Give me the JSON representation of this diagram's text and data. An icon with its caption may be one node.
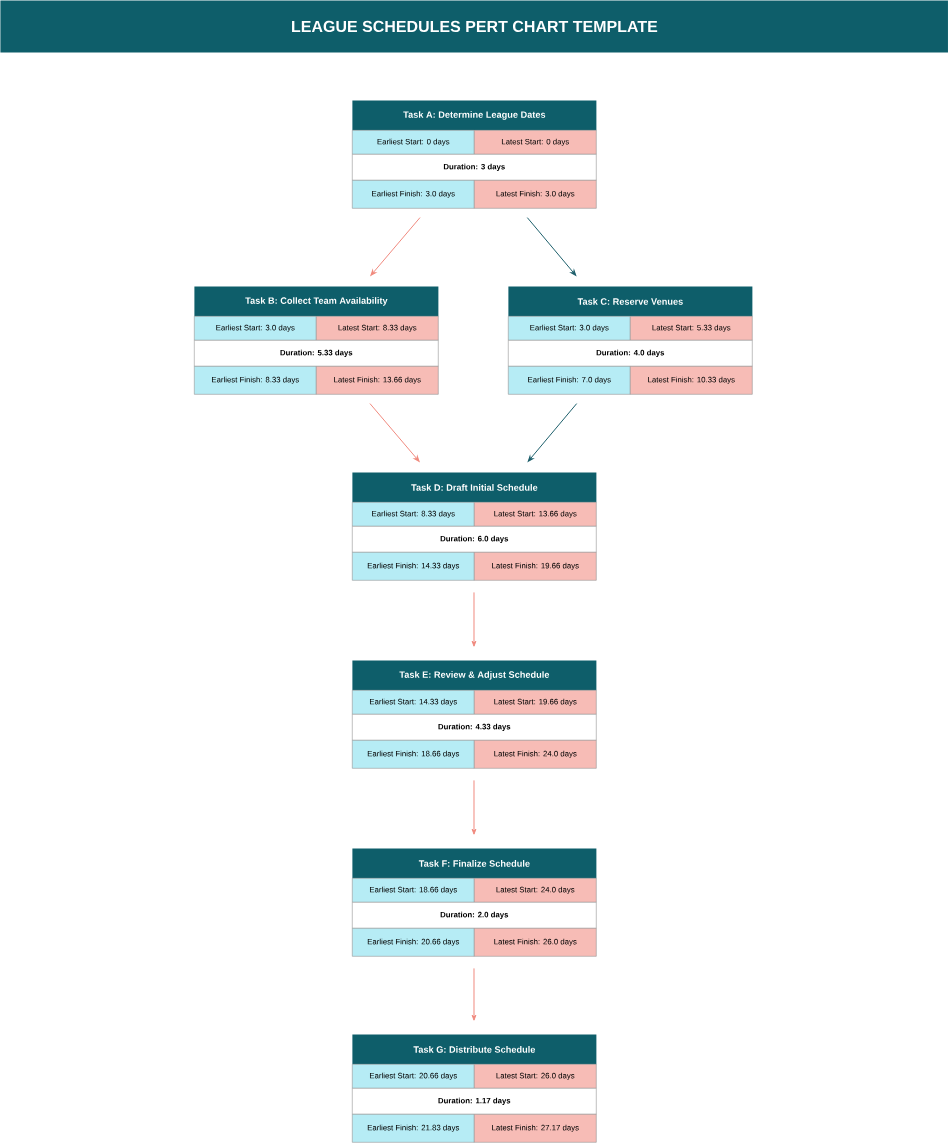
{
  "diagram": {
    "title": "LEAGUE SCHEDULES PERT CHART TEMPLATE",
    "nodes": [
      {
        "text": [
          "Task A: Determine League Dates",
          "Earliest Start: 0 days",
          "Latest Start: 0 days",
          "Duration: 3 days",
          "Earliest Finish: 3.0 days",
          "Latest Finish: 3.0 days"
        ]
      },
      {
        "text": [
          "Task B: Collect Team Availability",
          "Earliest Start: 3.0 days",
          "Latest Start: 8.33 days",
          "Duration: 5.33 days",
          "Earliest Finish: 8.33 days",
          "Latest Finish: 13.66 days"
        ]
      },
      {
        "text": [
          "Task C: Reserve Venues",
          "Earliest Start: 3.0 days",
          "Latest Start: 5.33 days",
          "Duration: 4.0 days",
          "Earliest Finish: 7.0 days",
          "Latest Finish: 10.33 days"
        ]
      },
      {
        "text": [
          "Task D: Draft Initial Schedule",
          "Earliest Start: 8.33 days",
          "Latest Start: 13.66 days",
          "Duration: 6.0 days",
          "Earliest Finish: 14.33 days",
          "Latest Finish: 19.66 days"
        ]
      },
      {
        "text": [
          "Task E: Review & Adjust Schedule",
          "Earliest Start: 14.33 days",
          "Latest Start: 19.66 days",
          "Duration: 4.33 days",
          "Earliest Finish: 18.66 days",
          "Latest Finish: 24.0 days"
        ]
      },
      {
        "text": [
          "Task F: Finalize Schedule",
          "Earliest Start: 18.66 days",
          "Latest Start: 24.0 days",
          "Duration: 2.0 days",
          "Earliest Finish: 20.66 days",
          "Latest Finish: 26.0 days"
        ]
      },
      {
        "text": [
          "Task G: Distribute Schedule",
          "Earliest Start: 20.66 days",
          "Latest Start: 26.0 days",
          "Duration: 1.17 days",
          "Earliest Finish: 21.83 days",
          "Latest Finish: 27.17 days"
        ]
      }
    ],
    "edges": [
      {
        "from": 0,
        "to": 1,
        "arrow": "to"
      },
      {
        "from": 0,
        "to": 2,
        "arrow": "to",
        "color": "#1d5f6b"
      },
      {
        "from": 1,
        "to": 3,
        "arrow": "to"
      },
      {
        "from": 2,
        "to": 3,
        "arrow": "to",
        "color": "#1d5f6b"
      },
      {
        "from": 3,
        "to": 4,
        "arrow": "to"
      },
      {
        "from": 4,
        "to": 5,
        "arrow": "to"
      },
      {
        "from": 5,
        "to": 6,
        "arrow": "to"
      }
    ]
  }
}
